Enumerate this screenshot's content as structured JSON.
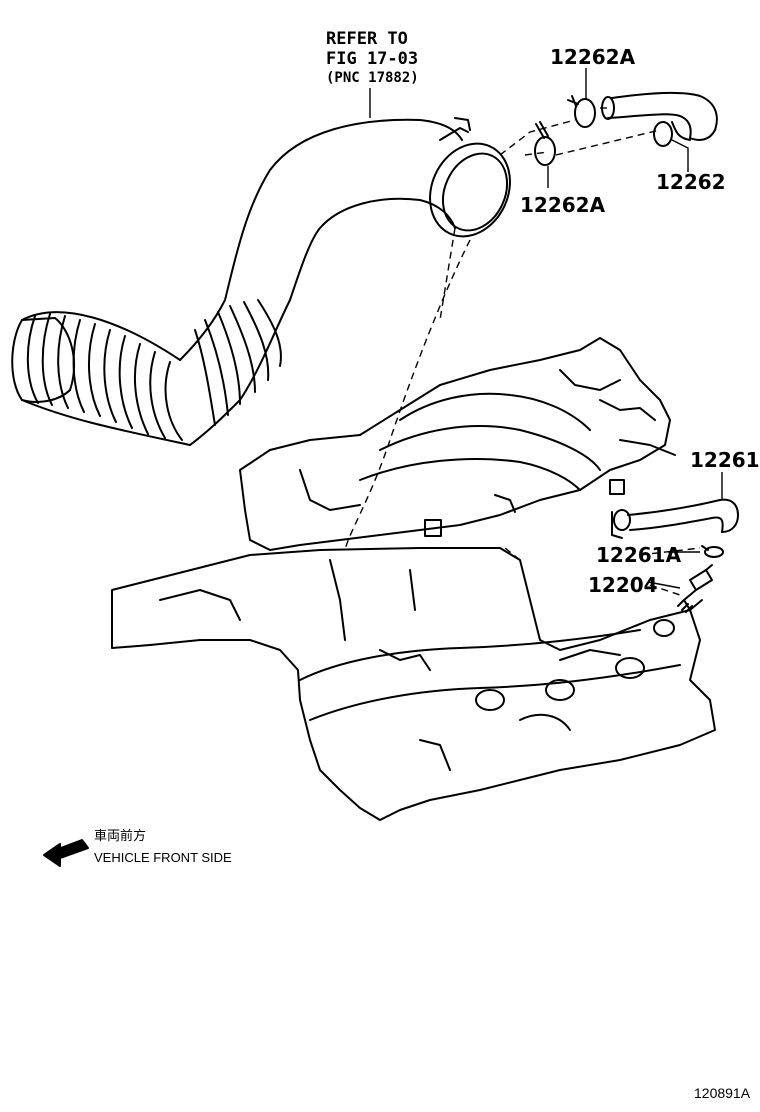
{
  "refer": {
    "line1": "REFER TO",
    "line2": "FIG 17-03",
    "line3": "(PNC 17882)"
  },
  "parts": {
    "p12262A_top": "12262A",
    "p12262A_mid": "12262A",
    "p12262": "12262",
    "p12261": "12261",
    "p12261A": "12261A",
    "p12204": "12204"
  },
  "legend": {
    "jp": "車両前方",
    "en": "VEHICLE FRONT SIDE"
  },
  "figure_id": "120891A"
}
